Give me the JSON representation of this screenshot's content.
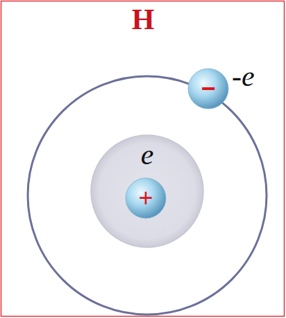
{
  "diagram": {
    "title": "H",
    "nodes": [
      {
        "text": [
          "e"
        ]
      },
      {
        "text": [
          "+"
        ],
        "in": 0
      },
      {
        "text": [
          "−"
        ]
      }
    ],
    "labels": [
      "-e"
    ]
  }
}
